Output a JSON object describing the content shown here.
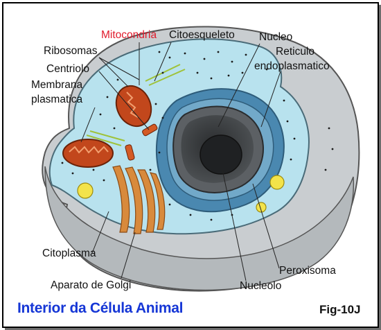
{
  "labels": {
    "mitocondria": "Mitocondria",
    "citoesqueleto": "Citoesqueleto",
    "nucleo": "Nucleo",
    "ribosomas": "Ribosomas",
    "reticulo": "Reticulo",
    "endoplasmatico": "endoplasmatico",
    "centriolo": "Centriolo",
    "membrana": "Membrana",
    "plasmatica": "plasmatica",
    "citoplasma": "Citoplasma",
    "peroxisoma": "Peroxisoma",
    "golgi": "Aparato de Golgi",
    "nucleolo": "Nucleolo"
  },
  "title": "Interior da Célula Animal",
  "figure_ref": "Fig-10J",
  "colors": {
    "title": "#1536d6",
    "mitocondria_label": "#e01a2b",
    "cytoplasm": "#b8e2ee",
    "membrane_shell": "#c9cdd0",
    "nucleus_dark": "#3a3d40",
    "er": "#3f7fa6",
    "mitochondria": "#c2471c",
    "golgi": "#d88a3c",
    "peroxisome": "#f3e34a"
  }
}
